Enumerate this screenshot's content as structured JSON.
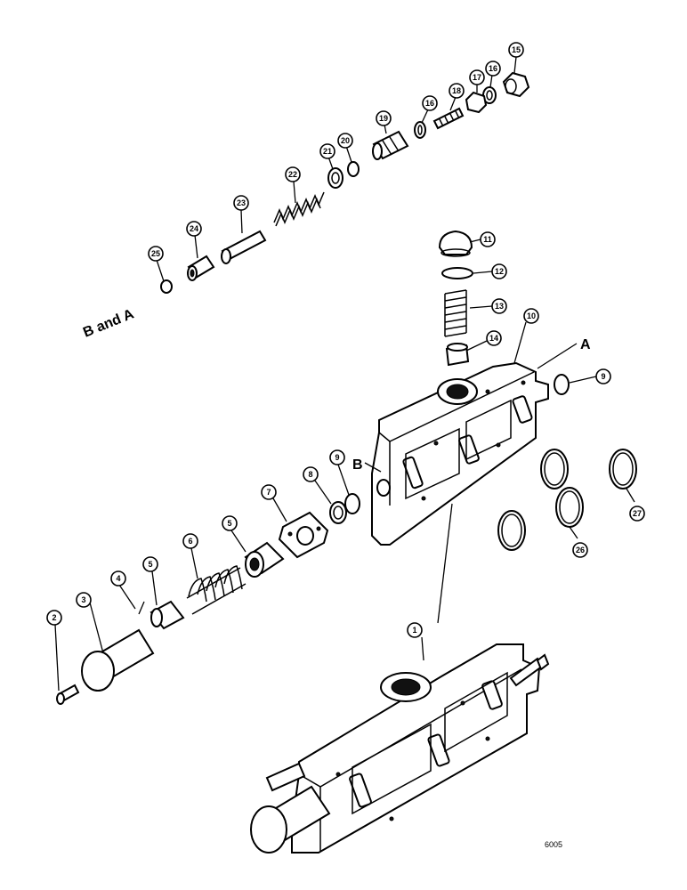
{
  "callouts": [
    {
      "id": "c15",
      "label": "15"
    },
    {
      "id": "c16a",
      "label": "16"
    },
    {
      "id": "c17",
      "label": "17"
    },
    {
      "id": "c18",
      "label": "18"
    },
    {
      "id": "c16b",
      "label": "16"
    },
    {
      "id": "c19",
      "label": "19"
    },
    {
      "id": "c20",
      "label": "20"
    },
    {
      "id": "c21",
      "label": "21"
    },
    {
      "id": "c22",
      "label": "22"
    },
    {
      "id": "c23",
      "label": "23"
    },
    {
      "id": "c24",
      "label": "24"
    },
    {
      "id": "c25",
      "label": "25"
    },
    {
      "id": "c11",
      "label": "11"
    },
    {
      "id": "c12",
      "label": "12"
    },
    {
      "id": "c13",
      "label": "13"
    },
    {
      "id": "c14",
      "label": "14"
    },
    {
      "id": "c10",
      "label": "10"
    },
    {
      "id": "c9a",
      "label": "9"
    },
    {
      "id": "c9b",
      "label": "9"
    },
    {
      "id": "c8",
      "label": "8"
    },
    {
      "id": "c7",
      "label": "7"
    },
    {
      "id": "c6",
      "label": "6"
    },
    {
      "id": "c5a",
      "label": "5"
    },
    {
      "id": "c5b",
      "label": "5"
    },
    {
      "id": "c4",
      "label": "4"
    },
    {
      "id": "c3",
      "label": "3"
    },
    {
      "id": "c2",
      "label": "2"
    },
    {
      "id": "c1",
      "label": "1"
    },
    {
      "id": "c26",
      "label": "26"
    },
    {
      "id": "c27",
      "label": "27"
    }
  ],
  "texts": {
    "b_and_a": "B and A",
    "letter_a": "A",
    "letter_b": "B",
    "figure_number": "6005"
  }
}
